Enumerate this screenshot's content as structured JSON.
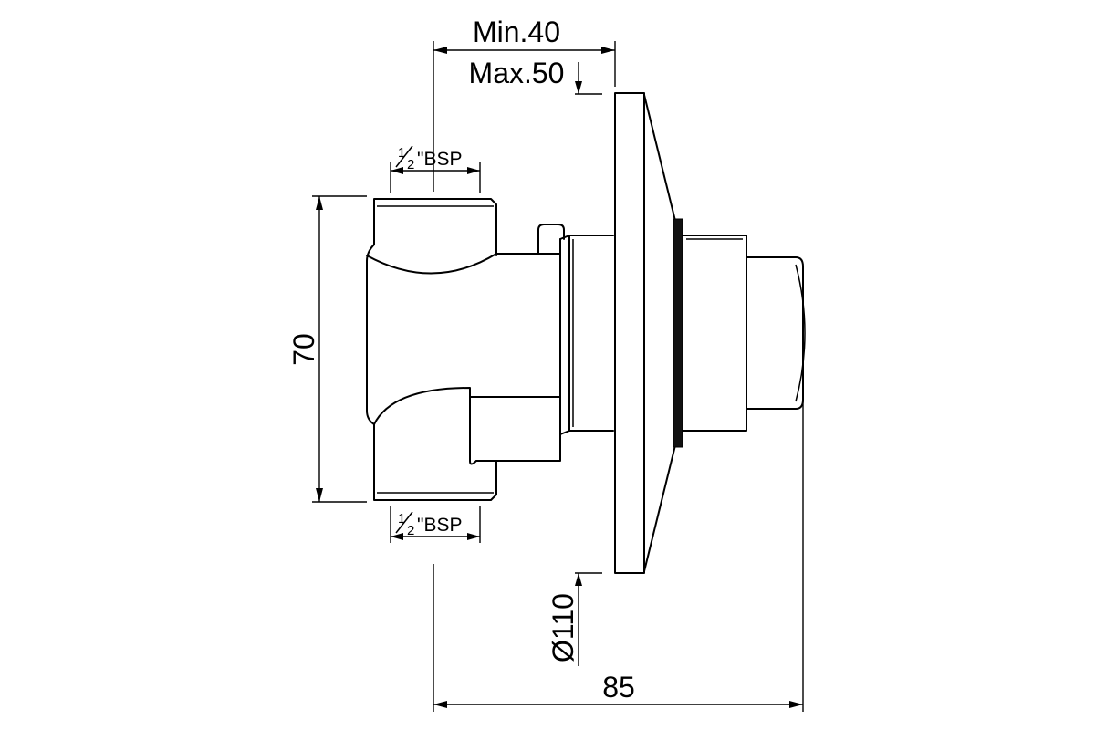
{
  "dimensions": {
    "wall_min": "Min.40",
    "wall_max": "Max.50",
    "thread_top": {
      "fraction": "1/2",
      "numerator": "1",
      "denominator": "2",
      "suffix": "\"BSP"
    },
    "thread_bottom": {
      "fraction": "1/2",
      "numerator": "1",
      "denominator": "2",
      "suffix": "\"BSP"
    },
    "height": "70",
    "plate_diameter": "Ø110",
    "overall_depth": "85"
  }
}
